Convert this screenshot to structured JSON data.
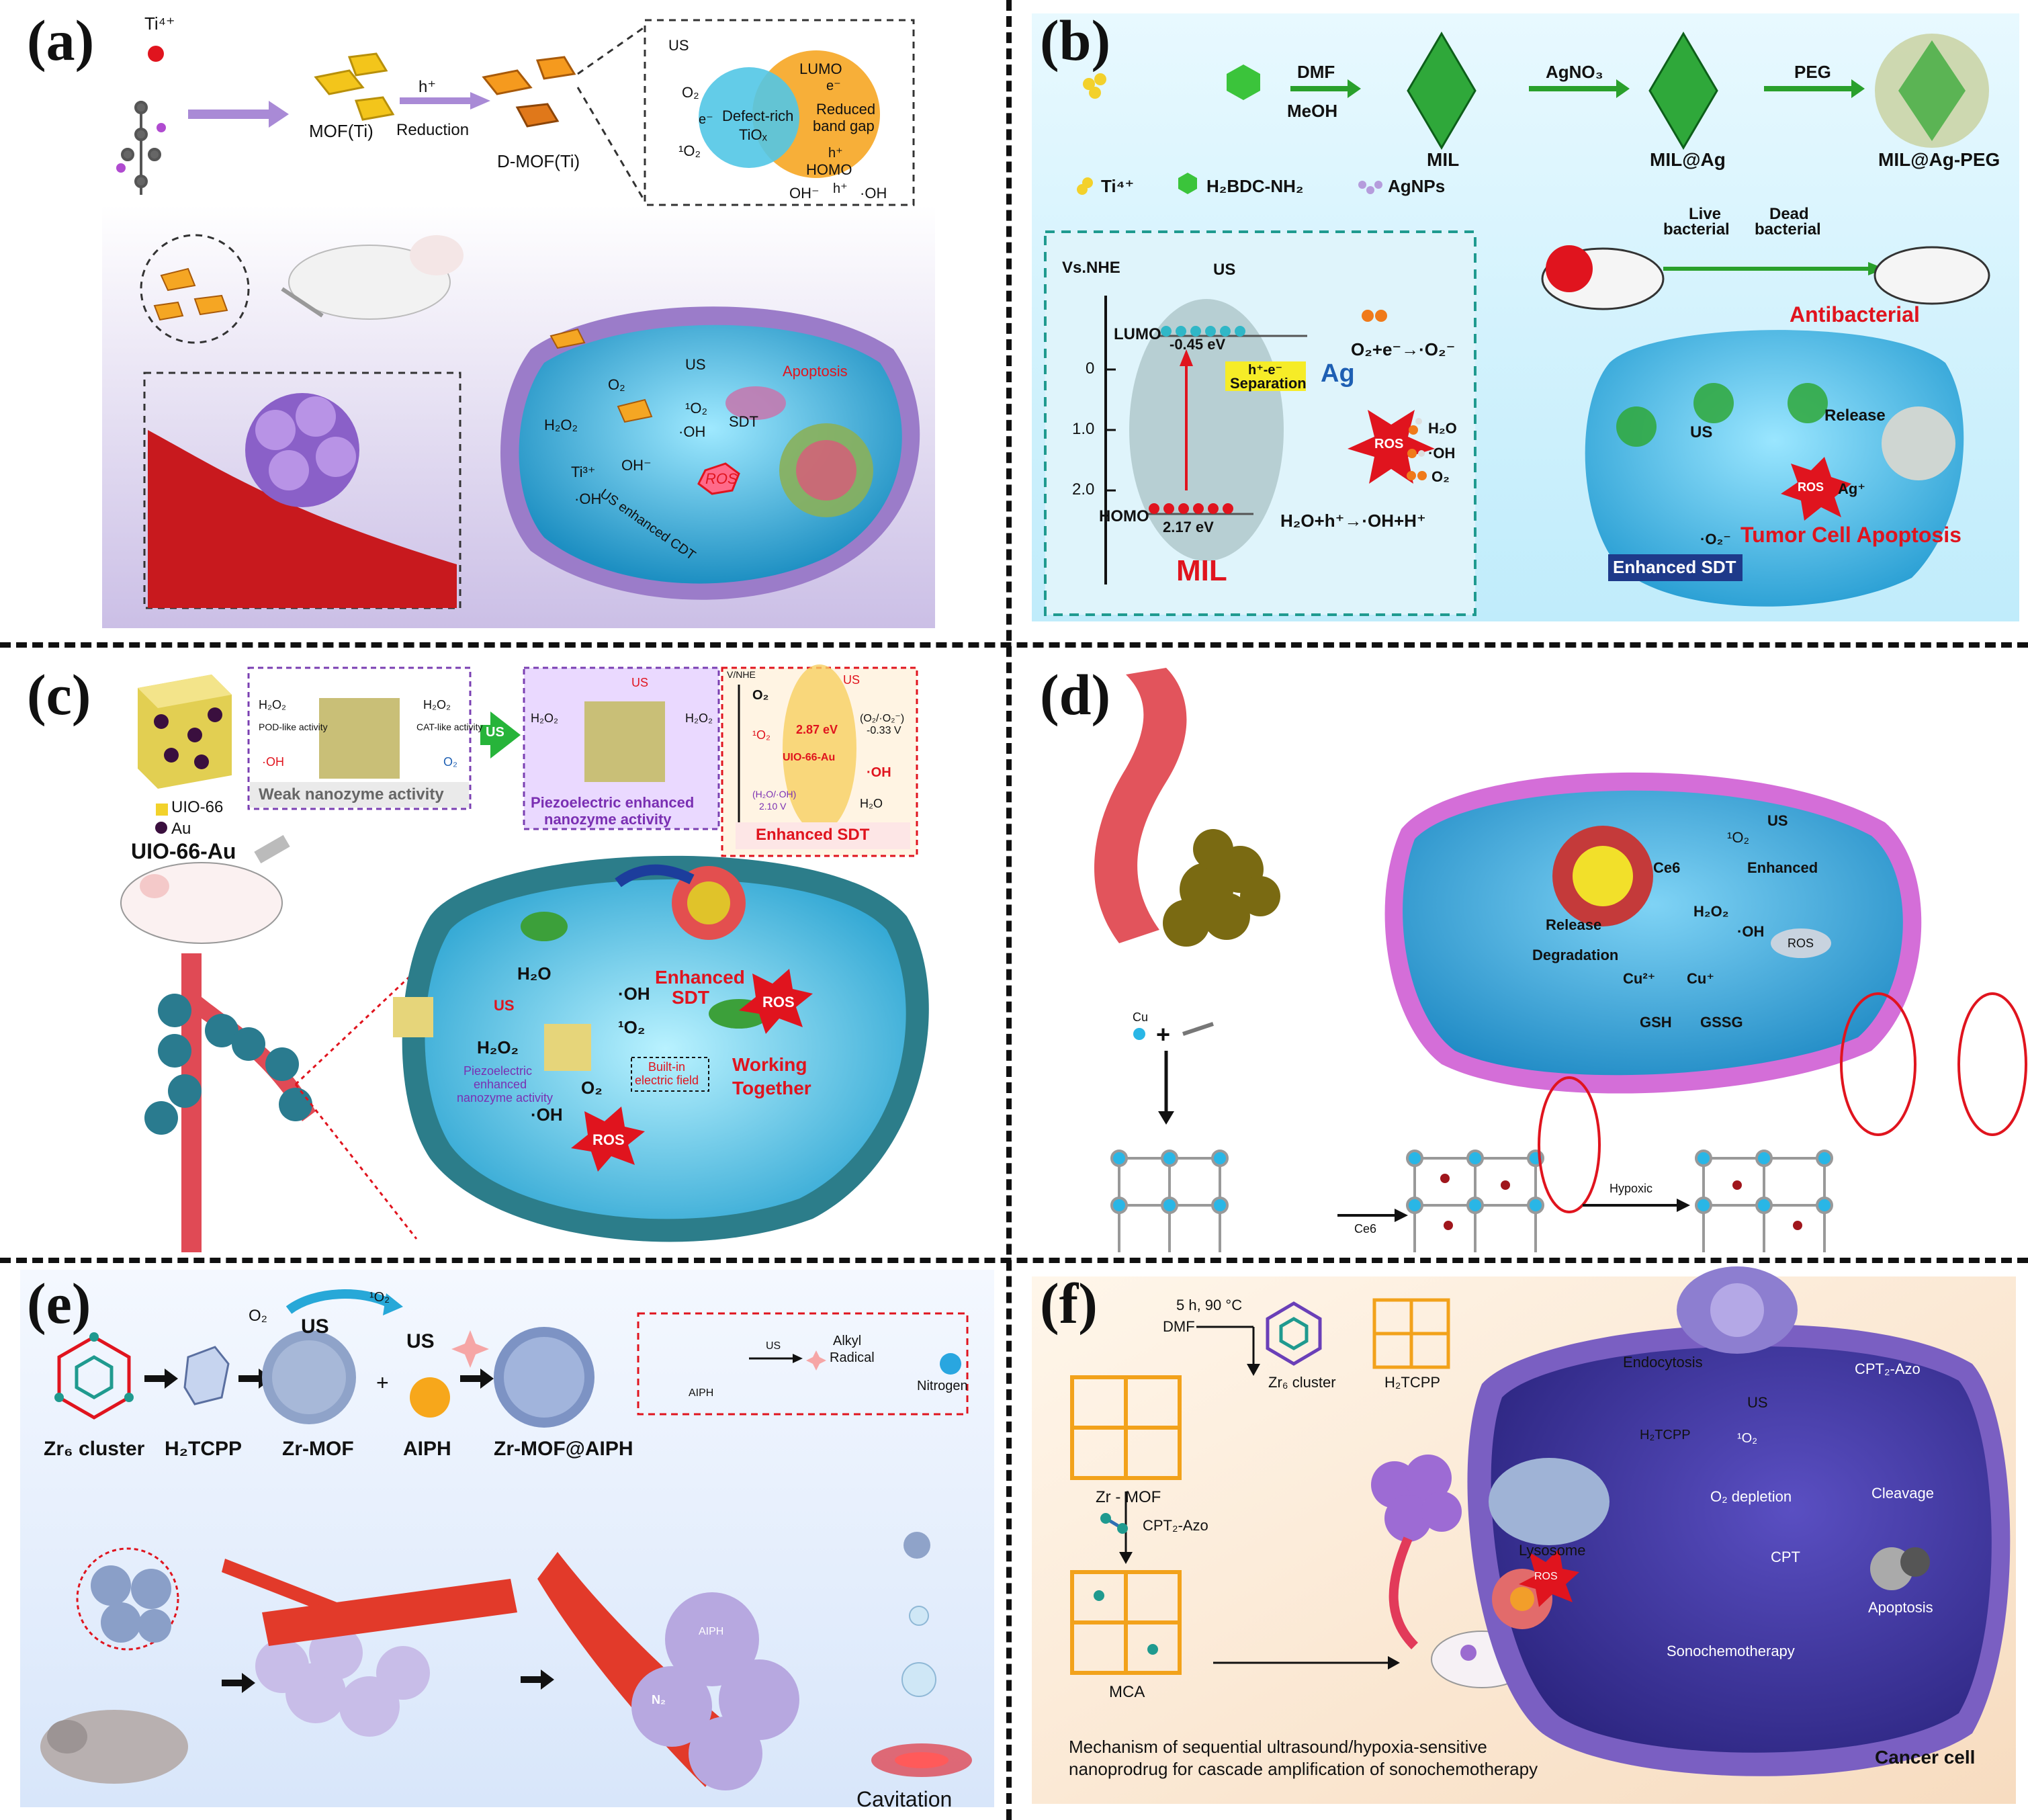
{
  "labels": {
    "a": "(a)",
    "b": "(b)",
    "c": "(c)",
    "d": "(d)",
    "e": "(e)",
    "f": "(f)"
  },
  "a": {
    "ti4": "Ti⁴⁺",
    "mof": "MOF(Ti)",
    "h2": "h⁺",
    "reduction": "Reduction",
    "dmof": "D-MOF(Ti)",
    "us": "US",
    "lumo": "LUMO",
    "e": "e⁻",
    "o2": "O₂",
    "o2e": "e⁻",
    "defect": "Defect-rich",
    "tiox": "TiOₓ",
    "reduced": "Reduced",
    "bandgap": "band gap",
    "singlet": "¹O₂",
    "h": "h⁺",
    "homo": "HOMO",
    "oh1": "OH⁻",
    "oh2": "·OH",
    "cell_us": "US",
    "cell_o2": "O₂",
    "cell_1o2": "¹O₂",
    "sdt": "SDT",
    "apoptosis": "Apoptosis",
    "h2o2": "H₂O₂",
    "oh_rad": "·OH",
    "ti3": "Ti³⁺",
    "oh_neg": "OH⁻",
    "oh_rad2": "·OH",
    "ros": "ROS",
    "cdt": "US enhanced CDT"
  },
  "b": {
    "dmf": "DMF",
    "meoh": "MeOH",
    "mil": "MIL",
    "agno3": "AgNO₃",
    "milag": "MIL@Ag",
    "peg": "PEG",
    "milagpeg": "MIL@Ag-PEG",
    "leg_ti": "Ti⁴⁺",
    "leg_bdc": "H₂BDC-NH₂",
    "leg_ag": "AgNPs",
    "vsnhe": "Vs.NHE",
    "us": "US",
    "lumo": "LUMO",
    "lumo_v": "-0.45 eV",
    "tick0": "0",
    "tick1": "1.0",
    "tick2": "2.0",
    "sep1": "h⁺-e⁻",
    "sep2": "Separation",
    "ag": "Ag",
    "o2eq": "O₂+e⁻→·O₂⁻",
    "ros": "ROS",
    "leg_h2o": "H₂O",
    "leg_oh": "·OH",
    "leg_o2": "O₂",
    "homo": "HOMO",
    "homo_v": "2.17 eV",
    "h2oeq": "H₂O+h⁺→·OH+H⁺",
    "mil_big": "MIL",
    "live": "Live",
    "bact1": "bacterial",
    "dead": "Dead",
    "bact2": "bacterial",
    "antibacterial": "Antibacterial",
    "cell_us": "US",
    "release": "Release",
    "ros2": "ROS",
    "agp": "Ag⁺",
    "o2m": "·O₂⁻",
    "enhanced": "Enhanced SDT",
    "apop": "Tumor Cell Apoptosis"
  },
  "c": {
    "uio66": "UIO-66",
    "au": "Au",
    "name": "UIO-66-Au",
    "h2o2a": "H₂O₂",
    "pod": "POD-like activity",
    "oha": "·OH",
    "h2o2b": "H₂O₂",
    "cat": "CAT-like activity",
    "o2a": "O₂",
    "weak": "Weak nanozyme activity",
    "us": "US",
    "h2o2c": "H₂O₂",
    "us2": "US",
    "h2o2d": "H₂O₂",
    "piezo1": "Piezoelectric enhanced",
    "piezo2": "nanozyme activity",
    "vnhe": "V/NHE",
    "o2b": "O₂",
    "us3": "US",
    "o2o2": "(O₂/·O₂⁻)",
    "v033": "-0.33 V",
    "s1o2": "¹O₂",
    "gap": "2.87 eV",
    "uioau": "UIO-66-Au",
    "ohb": "·OH",
    "h2ooh": "(H₂O/·OH)",
    "v210": "2.10 V",
    "h2o": "H₂O",
    "esdt": "Enhanced SDT",
    "cell_us": "US",
    "cell_h2o": "H₂O",
    "cell_oh": "·OH",
    "cell_o2": "¹O₂",
    "cell_esdt1": "Enhanced",
    "cell_esdt2": "SDT",
    "cell_ros": "ROS",
    "cell_h2o2": "H₂O₂",
    "cell_piezo1": "Piezoelectric",
    "cell_piezo2": "enhanced",
    "cell_piezo3": "nanozyme activity",
    "builtin1": "Built-in",
    "builtin2": "electric field",
    "cell_o2b": "O₂",
    "cell_ohb": "·OH",
    "cell_ros2": "ROS",
    "work1": "Working",
    "work2": "Together"
  },
  "d": {
    "o2": "¹O₂",
    "us": "US",
    "ce6": "Ce6",
    "enhanced": "Enhanced",
    "release": "Release",
    "h2o2": "H₂O₂",
    "oh": "·OH",
    "ros": "ROS",
    "degradation": "Degradation",
    "cu2": "Cu²⁺",
    "cu1": "Cu⁺",
    "gsh": "GSH",
    "gssg": "GSSG",
    "cu": "Cu",
    "plus": "+",
    "ce6b": "Ce6",
    "hypoxic": "Hypoxic"
  },
  "e": {
    "o2": "O₂",
    "us": "US",
    "so2": "¹O₂",
    "us2": "US",
    "plus": "+",
    "zr6": "Zr₆ cluster",
    "h2tcpp": "H₂TCPP",
    "zrmof": "Zr-MOF",
    "aiph": "AIPH",
    "zrmofaiph": "Zr-MOF@AIPH",
    "box_aiph": "AIPH",
    "box_us": "US",
    "alkyl1": "Alkyl",
    "alkyl2": "Radical",
    "nitrogen": "Nitrogen",
    "aiph_in": "AIPH",
    "n2": "N₂",
    "cavitation": "Cavitation"
  },
  "f": {
    "zr6": "Zr₆ cluster",
    "h2tcpp": "H₂TCPP",
    "dmf": "DMF",
    "cond": "5 h, 90 °C",
    "zrmof": "Zr - MOF",
    "cpt": "CPT₂-Azo",
    "mca": "MCA",
    "endo": "Endocytosis",
    "us": "US",
    "cptazo": "CPT₂-Azo",
    "h2tcpp2": "H₂TCPP",
    "o2": "¹O₂",
    "lyso": "Lysosome",
    "o2dep": "O₂ depletion",
    "cleavage": "Cleavage",
    "ros": "ROS",
    "cpt2": "CPT",
    "apop": "Apoptosis",
    "sono": "Sonochemotherapy",
    "mech1": "Mechanism of sequential ultrasound/hypoxia-sensitive",
    "mech2": "nanoprodrug for cascade amplification of sonochemotherapy",
    "cancer": "Cancer cell"
  },
  "colors": {
    "red": "#e0141e",
    "cyan": "#29b6e6",
    "teal": "#1f8f8a",
    "purple": "#7b4fb3",
    "orange": "#f2a21b"
  }
}
